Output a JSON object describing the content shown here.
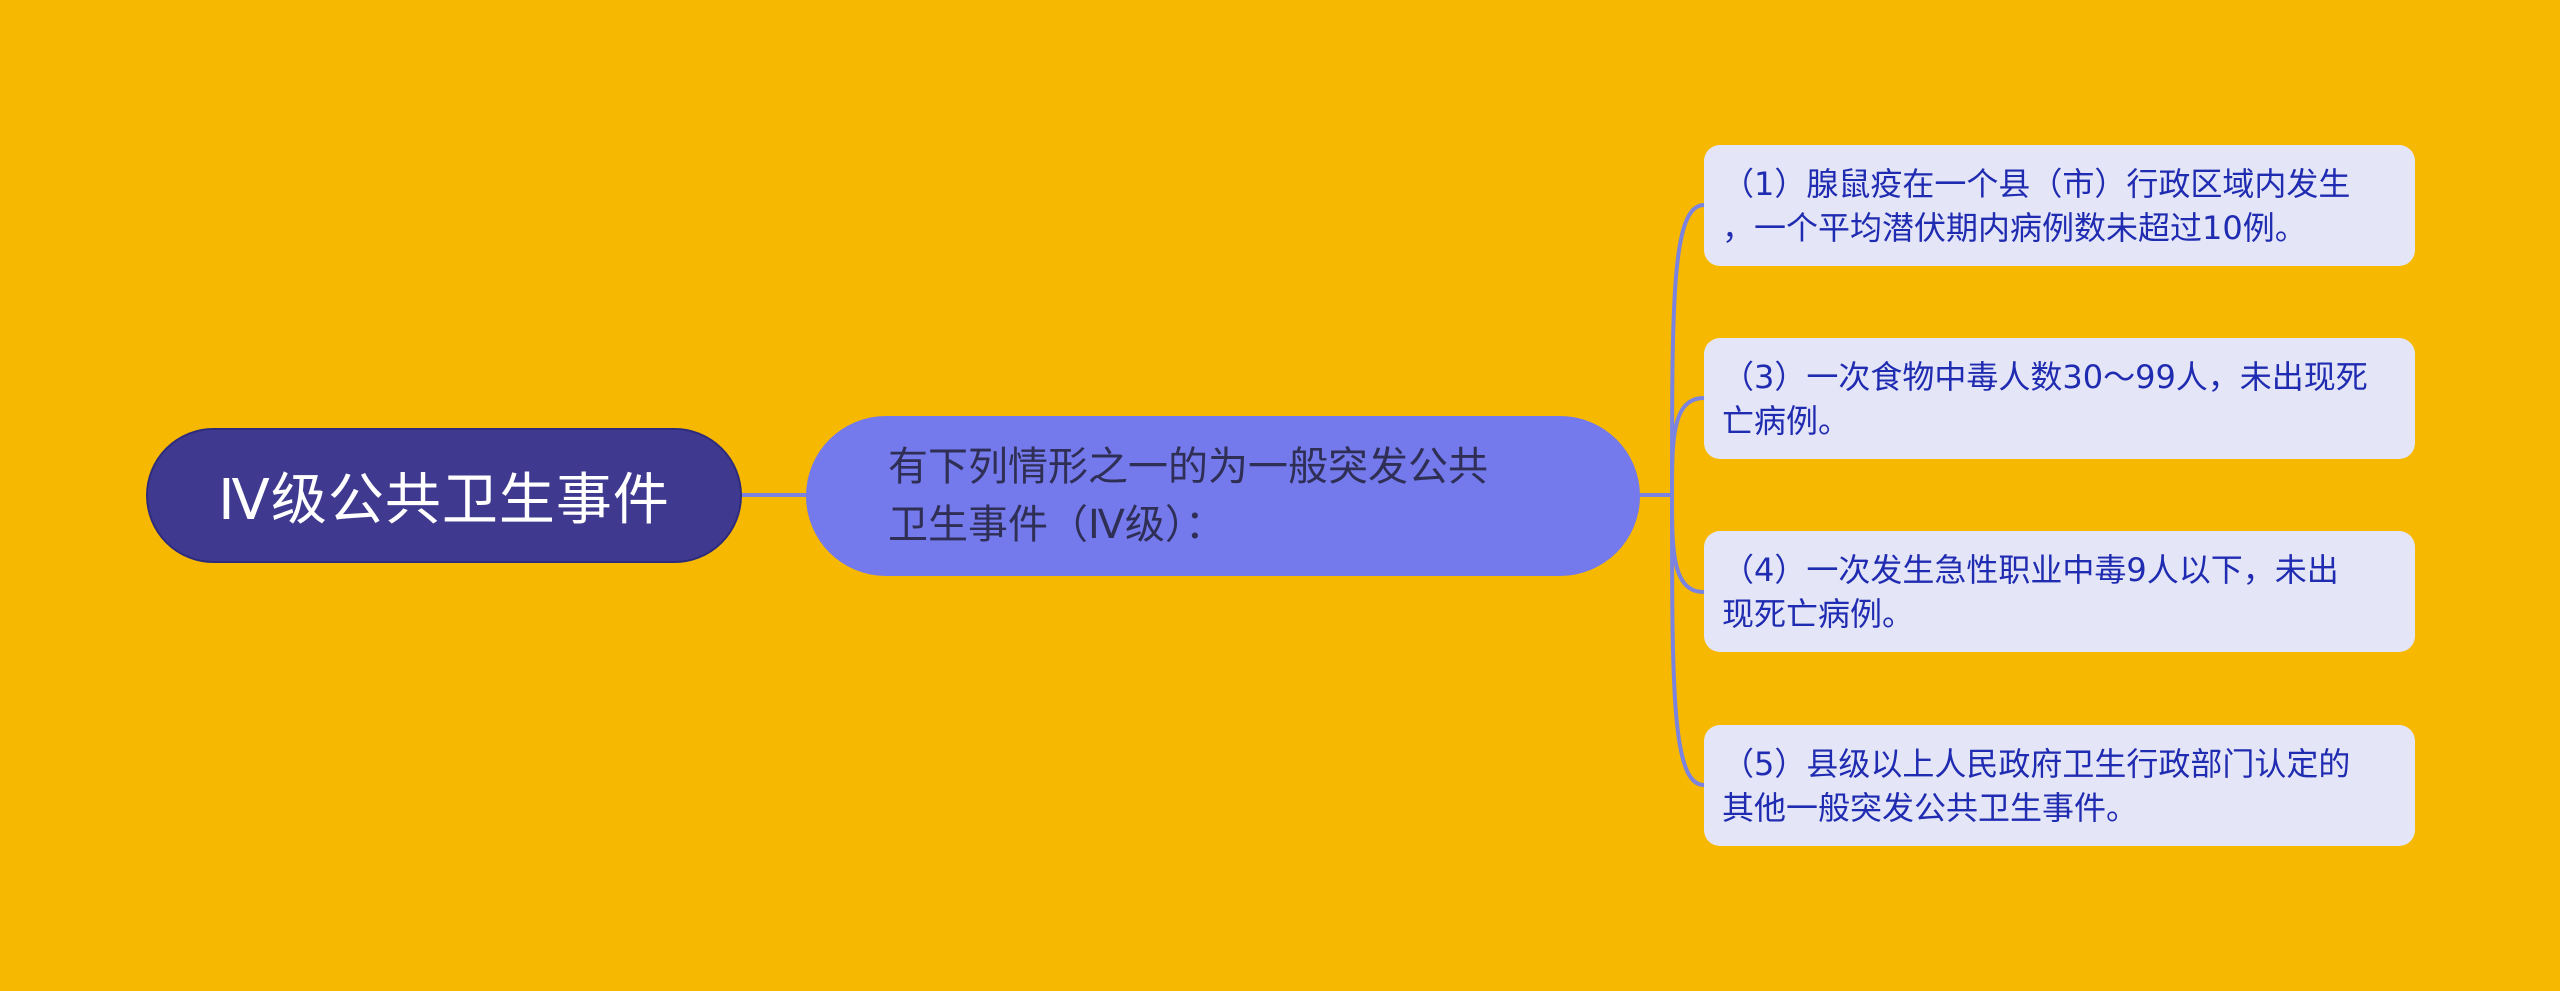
{
  "colors": {
    "background": "#f6b800",
    "root_fill": "#3f3a8f",
    "root_text": "#ffffff",
    "mid_fill": "#7479ec",
    "mid_text": "#2f2f56",
    "leaf_fill": "#e4e5f7",
    "leaf_text": "#1f2bb0",
    "connector": "#7b83e0"
  },
  "root": {
    "label": "Ⅳ级公共卫生事件"
  },
  "mid": {
    "line1": "有下列情形之一的为一般突发公共",
    "line2": "卫生事件（Ⅳ级）："
  },
  "leaves": [
    {
      "line1": "（1）腺鼠疫在一个县（市）行政区域内发生",
      "line2": "，一个平均潜伏期内病例数未超过10例。"
    },
    {
      "line1": "（3）一次食物中毒人数30～99人，未出现死",
      "line2": "亡病例。"
    },
    {
      "line1": "（4）一次发生急性职业中毒9人以下，未出",
      "line2": "现死亡病例。"
    },
    {
      "line1": "（5）县级以上人民政府卫生行政部门认定的",
      "line2": "其他一般突发公共卫生事件。"
    }
  ]
}
